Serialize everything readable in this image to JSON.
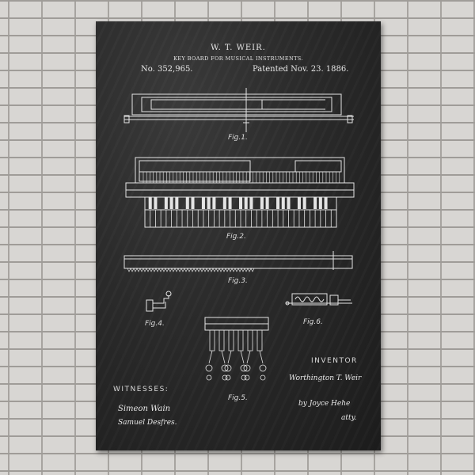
{
  "poster": {
    "inventor_name": "W. T. WEIR.",
    "title": "KEY BOARD FOR MUSICAL INSTRUMENTS.",
    "patent_number": "No. 352,965.",
    "patent_date": "Patented Nov. 23. 1886.",
    "figures": {
      "fig1": "Fig.1.",
      "fig2": "Fig.2.",
      "fig3": "Fig.3.",
      "fig4": "Fig.4.",
      "fig5": "Fig.5.",
      "fig6": "Fig.6."
    },
    "witnesses_label": "WITNESSES:",
    "witness_1": "Simeon Wain",
    "witness_2": "Samuel Desfres.",
    "inventor_label": "INVENTOR",
    "inventor_signature": "Worthington T. Weir",
    "attorney_line_1": "by Joyce Hehe",
    "attorney_line_2": "atty."
  },
  "colors": {
    "board": "#2a2a2a",
    "ink": "#e6e6e6",
    "wall": "#d8d6d3"
  }
}
